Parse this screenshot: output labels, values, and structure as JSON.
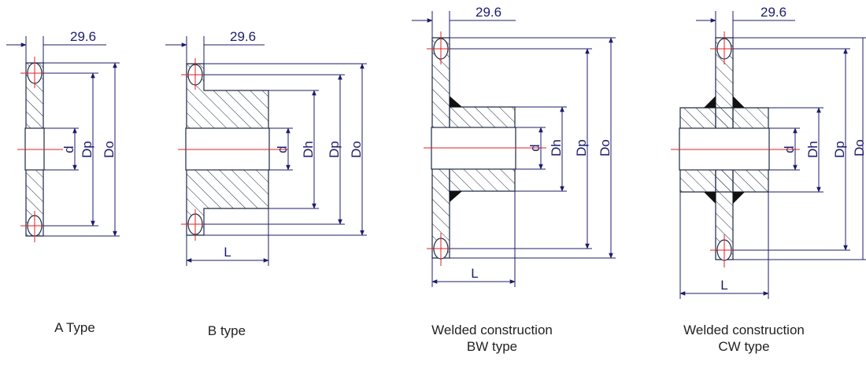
{
  "colors": {
    "outline": "#1f2a44",
    "dimension": "#1c1c6b",
    "centerline": "#e02020",
    "text": "#222222",
    "dim_text": "#1c1c6b"
  },
  "drawings": [
    {
      "id": "a-type",
      "caption": [
        "A Type"
      ],
      "dims": {
        "pitch": "29.6",
        "bore": "d",
        "pitch_dia": "Dp",
        "outer_dia": "Do"
      }
    },
    {
      "id": "b-type",
      "caption": [
        "B type"
      ],
      "dims": {
        "pitch": "29.6",
        "bore": "d",
        "hub_dia": "Dh",
        "pitch_dia": "Dp",
        "outer_dia": "Do",
        "length": "L"
      }
    },
    {
      "id": "bw-type",
      "caption": [
        "Welded construction",
        "BW type"
      ],
      "dims": {
        "pitch": "29.6",
        "bore": "d",
        "hub_dia": "Dh",
        "pitch_dia": "Dp",
        "outer_dia": "Do",
        "length": "L"
      }
    },
    {
      "id": "cw-type",
      "caption": [
        "Welded construction",
        "CW type"
      ],
      "dims": {
        "pitch": "29.6",
        "bore": "d",
        "hub_dia": "Dh",
        "pitch_dia": "Dp",
        "outer_dia": "Do",
        "length": "L"
      }
    }
  ]
}
